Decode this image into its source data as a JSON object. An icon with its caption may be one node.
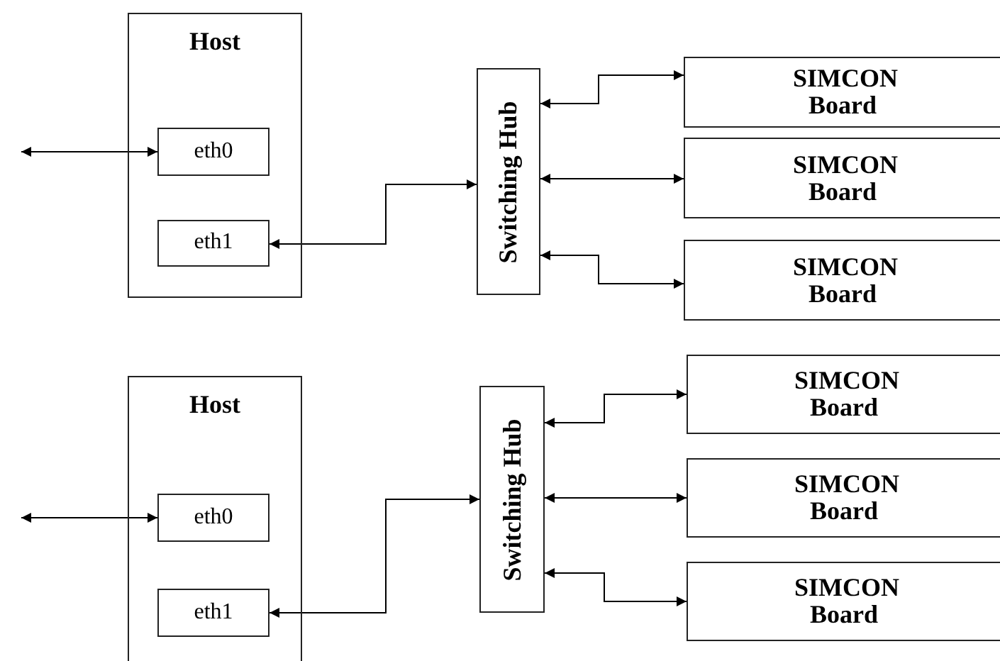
{
  "diagram": {
    "nodes": [
      {
        "text": [
          "Host"
        ]
      },
      {
        "text": [
          "eth0"
        ],
        "in": 0
      },
      {
        "text": [
          "eth1"
        ],
        "in": 0
      },
      {
        "text": [
          "Switching Hub"
        ]
      },
      {
        "text": [
          "SIMCON Board"
        ]
      },
      {
        "text": [
          "SIMCON Board"
        ]
      },
      {
        "text": [
          "SIMCON Board"
        ]
      },
      {
        "text": [
          "Host"
        ]
      },
      {
        "text": [
          "eth0"
        ],
        "in": 7
      },
      {
        "text": [
          "eth1"
        ],
        "in": 7
      },
      {
        "text": [
          "Switching Hub"
        ]
      },
      {
        "text": [
          "SIMCON Board"
        ]
      },
      {
        "text": [
          "SIMCON Board"
        ]
      },
      {
        "text": [
          "SIMCON Board"
        ]
      }
    ],
    "edges": [
      {
        "from": null,
        "to": 1,
        "arrow": "both"
      },
      {
        "from": 2,
        "to": 3,
        "arrow": "both"
      },
      {
        "from": 3,
        "to": 4,
        "arrow": "both"
      },
      {
        "from": 3,
        "to": 5,
        "arrow": "both"
      },
      {
        "from": 3,
        "to": 6,
        "arrow": "both"
      },
      {
        "from": null,
        "to": 8,
        "arrow": "both"
      },
      {
        "from": 9,
        "to": 10,
        "arrow": "both"
      },
      {
        "from": 10,
        "to": 11,
        "arrow": "both"
      },
      {
        "from": 10,
        "to": 12,
        "arrow": "both"
      },
      {
        "from": 10,
        "to": 13,
        "arrow": "both"
      }
    ]
  }
}
